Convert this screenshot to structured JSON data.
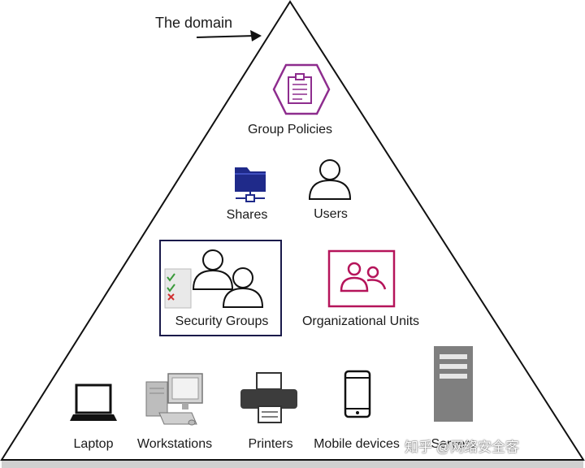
{
  "annotation": "The domain",
  "items": {
    "group_policies": "Group Policies",
    "shares": "Shares",
    "users": "Users",
    "security_groups": "Security Groups",
    "organizational_units": "Organizational Units",
    "laptop": "Laptop",
    "workstations": "Workstations",
    "printers": "Printers",
    "mobile_devices": "Mobile devices",
    "servers": "Servers"
  },
  "watermark": "知乎 @网络安全客",
  "colors": {
    "group_policies_icon": "#8e2d8e",
    "shares_icon": "#1f2a8a",
    "security_groups_border": "#1a1a4a",
    "organizational_units_icon": "#b5145a",
    "server_icon": "#7f7f7f"
  }
}
